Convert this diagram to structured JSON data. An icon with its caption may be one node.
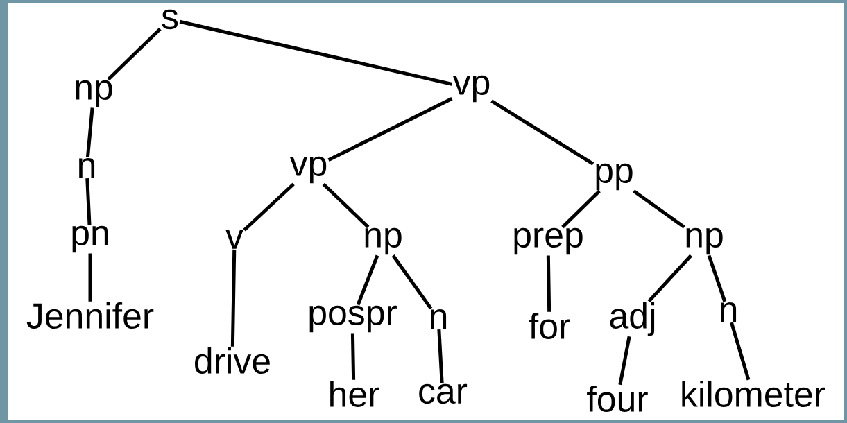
{
  "diagram": {
    "nodes": [
      {
        "text": [
          "s"
        ]
      },
      {
        "text": [
          "np"
        ]
      },
      {
        "text": [
          "vp"
        ]
      },
      {
        "text": [
          "n"
        ]
      },
      {
        "text": [
          "pn"
        ]
      },
      {
        "text": [
          "Jennifer"
        ]
      },
      {
        "text": [
          "vp"
        ]
      },
      {
        "text": [
          "pp"
        ]
      },
      {
        "text": [
          "v"
        ]
      },
      {
        "text": [
          "np"
        ]
      },
      {
        "text": [
          "prep"
        ]
      },
      {
        "text": [
          "np"
        ]
      },
      {
        "text": [
          "drive"
        ]
      },
      {
        "text": [
          "pospr"
        ]
      },
      {
        "text": [
          "n"
        ]
      },
      {
        "text": [
          "for"
        ]
      },
      {
        "text": [
          "adj"
        ]
      },
      {
        "text": [
          "n"
        ]
      },
      {
        "text": [
          "her"
        ]
      },
      {
        "text": [
          "car"
        ]
      },
      {
        "text": [
          "four"
        ]
      },
      {
        "text": [
          "kilometer"
        ]
      }
    ],
    "edges": [
      {
        "from": 0,
        "to": 1,
        "arrow": "none"
      },
      {
        "from": 0,
        "to": 2,
        "arrow": "none"
      },
      {
        "from": 1,
        "to": 3,
        "arrow": "none"
      },
      {
        "from": 3,
        "to": 4,
        "arrow": "none"
      },
      {
        "from": 4,
        "to": 5,
        "arrow": "none"
      },
      {
        "from": 2,
        "to": 6,
        "arrow": "none"
      },
      {
        "from": 2,
        "to": 7,
        "arrow": "none"
      },
      {
        "from": 6,
        "to": 8,
        "arrow": "none"
      },
      {
        "from": 6,
        "to": 9,
        "arrow": "none"
      },
      {
        "from": 7,
        "to": 10,
        "arrow": "none"
      },
      {
        "from": 7,
        "to": 11,
        "arrow": "none"
      },
      {
        "from": 8,
        "to": 12,
        "arrow": "none"
      },
      {
        "from": 9,
        "to": 13,
        "arrow": "none"
      },
      {
        "from": 9,
        "to": 14,
        "arrow": "none"
      },
      {
        "from": 10,
        "to": 15,
        "arrow": "none"
      },
      {
        "from": 11,
        "to": 16,
        "arrow": "none"
      },
      {
        "from": 11,
        "to": 17,
        "arrow": "none"
      },
      {
        "from": 13,
        "to": 18,
        "arrow": "none"
      },
      {
        "from": 14,
        "to": 19,
        "arrow": "none"
      },
      {
        "from": 16,
        "to": 20,
        "arrow": "none"
      },
      {
        "from": 17,
        "to": 21,
        "arrow": "none"
      }
    ]
  }
}
